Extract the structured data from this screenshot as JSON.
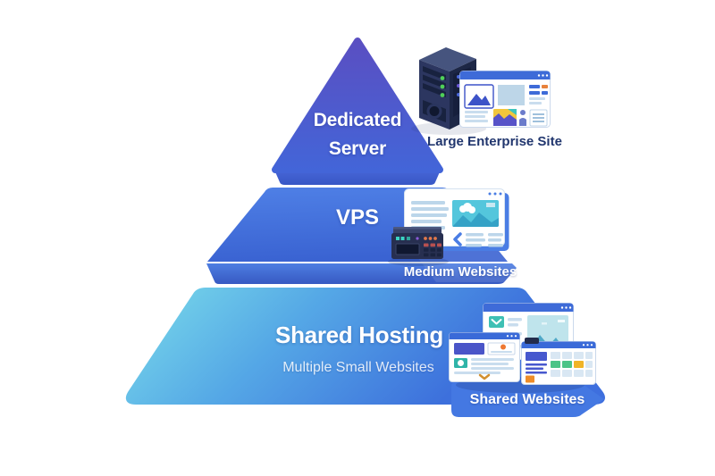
{
  "diagram": {
    "type": "hosting-pyramid",
    "tiers": [
      {
        "id": "dedicated-server",
        "label": "Dedicated Server",
        "annotation": "Large Enterprise Site",
        "color_top": "#5A4FC2",
        "color_bottom": "#4365D8"
      },
      {
        "id": "vps",
        "label": "VPS",
        "annotation": "Medium Websites",
        "color_top": "#4F80E6",
        "color_bottom": "#3A63D2"
      },
      {
        "id": "shared-hosting",
        "label": "Shared Hosting",
        "sublabel": "Multiple Small Websites",
        "annotation": "Shared Websites",
        "color_left": "#7BDDEA",
        "color_right": "#3D70DC"
      }
    ],
    "icons": [
      {
        "name": "server-tower-icon",
        "depicts": "dedicated server tower with status lights"
      },
      {
        "name": "enterprise-site-window-icon",
        "depicts": "large enterprise website browser window"
      },
      {
        "name": "vps-site-window-icon",
        "depicts": "medium website browser window"
      },
      {
        "name": "rack-server-icon",
        "depicts": "VPS rack server unit"
      },
      {
        "name": "shared-site-windows-icon",
        "depicts": "three overlapping small website windows"
      }
    ],
    "colors": {
      "annotation_dark": "#21366E",
      "label_white": "#FFFFFF",
      "window_header_blue": "#3E6BD8",
      "accent_orange": "#EE7832",
      "accent_teal": "#3EC0B4",
      "accent_yellow": "#F2C63C"
    }
  }
}
